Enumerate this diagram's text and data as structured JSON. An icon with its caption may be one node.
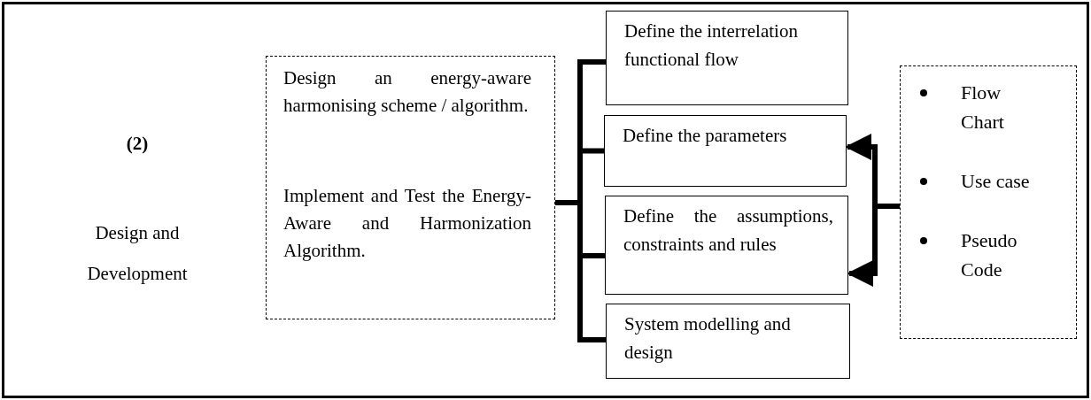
{
  "diagram": {
    "nodes": [
      {
        "text": [
          "(2)",
          "Design and Development"
        ]
      },
      {
        "text": [
          "Design an energy-aware harmonising scheme / algorithm.",
          "Implement and Test the Energy-Aware and Harmonization Algorithm."
        ],
        "in": 0
      },
      {
        "text": [
          "Define the interrelation functional flow"
        ],
        "in": 0
      },
      {
        "text": [
          "Define the parameters"
        ],
        "in": 0
      },
      {
        "text": [
          "Define the assumptions, constraints and rules"
        ],
        "in": 0
      },
      {
        "text": [
          "System modelling and design"
        ],
        "in": 0
      },
      {
        "text": [
          "Flow Chart",
          "Use case",
          "Pseudo Code"
        ],
        "in": 0
      }
    ],
    "edges": [
      {
        "from": 1,
        "to": 2,
        "arrow": "none"
      },
      {
        "from": 1,
        "to": 3,
        "arrow": "none"
      },
      {
        "from": 1,
        "to": 4,
        "arrow": "none"
      },
      {
        "from": 1,
        "to": 5,
        "arrow": "none"
      },
      {
        "from": 6,
        "to": 3,
        "arrow": "to"
      },
      {
        "from": 6,
        "to": 4,
        "arrow": "to"
      }
    ]
  }
}
